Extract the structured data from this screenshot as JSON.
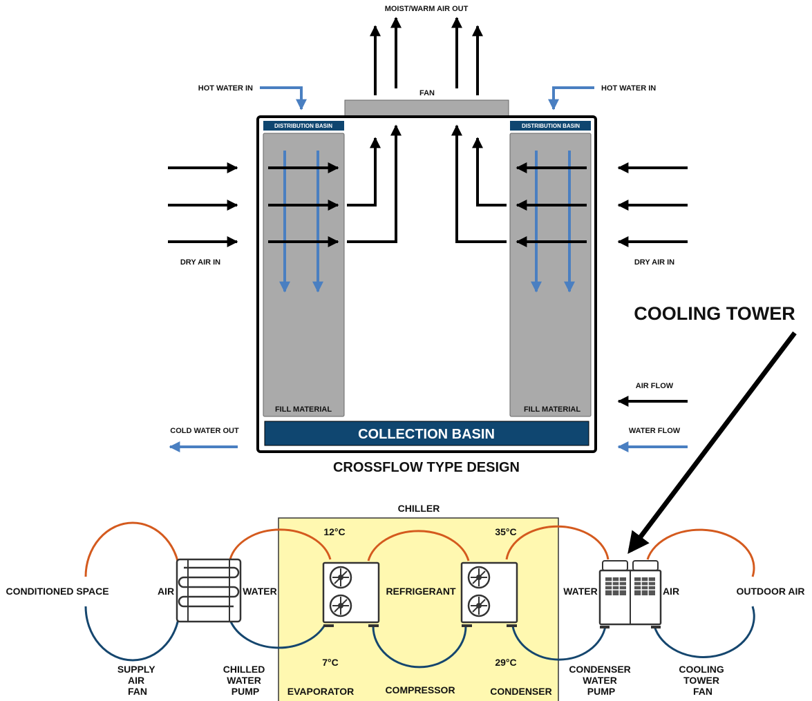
{
  "tower": {
    "air_out_label": "MOIST/WARM AIR OUT",
    "fan_label": "FAN",
    "hot_water_in_left": "HOT WATER IN",
    "hot_water_in_right": "HOT WATER IN",
    "distribution_basin_left": "DISTRIBUTION BASIN",
    "distribution_basin_right": "DISTRIBUTION BASIN",
    "dry_air_in_left": "DRY AIR IN",
    "dry_air_in_right": "DRY AIR IN",
    "fill_material_left": "FILL MATERIAL",
    "fill_material_right": "FILL MATERIAL",
    "collection_basin": "COLLECTION BASIN",
    "cold_water_out": "COLD WATER OUT",
    "design_title": "CROSSFLOW TYPE DESIGN"
  },
  "legend": {
    "air_flow": "AIR FLOW",
    "water_flow": "WATER FLOW"
  },
  "callout": {
    "cooling_tower": "COOLING TOWER"
  },
  "system": {
    "chiller_label": "CHILLER",
    "conditioned_space": "CONDITIONED SPACE",
    "air_left": "AIR",
    "water_left": "WATER",
    "refrigerant": "REFRIGERANT",
    "water_right": "WATER",
    "air_right": "AIR",
    "outdoor_air": "OUTDOOR AIR",
    "temp_evap_in": "12°C",
    "temp_cond_out": "35°C",
    "temp_evap_out": "7°C",
    "temp_cond_in": "29°C",
    "supply_air_fan": [
      "SUPPLY",
      "AIR",
      "FAN"
    ],
    "chilled_water_pump": [
      "CHILLED",
      "WATER",
      "PUMP"
    ],
    "evaporator": "EVAPORATOR",
    "compressor": "COMPRESSOR",
    "condenser": "CONDENSER",
    "condenser_water_pump": [
      "CONDENSER",
      "WATER",
      "PUMP"
    ],
    "cooling_tower_fan": [
      "COOLING",
      "TOWER",
      "FAN"
    ]
  },
  "colors": {
    "water_blue": "#4a7fc1",
    "basin_navy": "#0f4670",
    "fill_gray": "#aaaaaa",
    "chiller_yellow": "#fff8b0",
    "warm_orange": "#d45a1e",
    "cool_navy": "#15466e"
  }
}
